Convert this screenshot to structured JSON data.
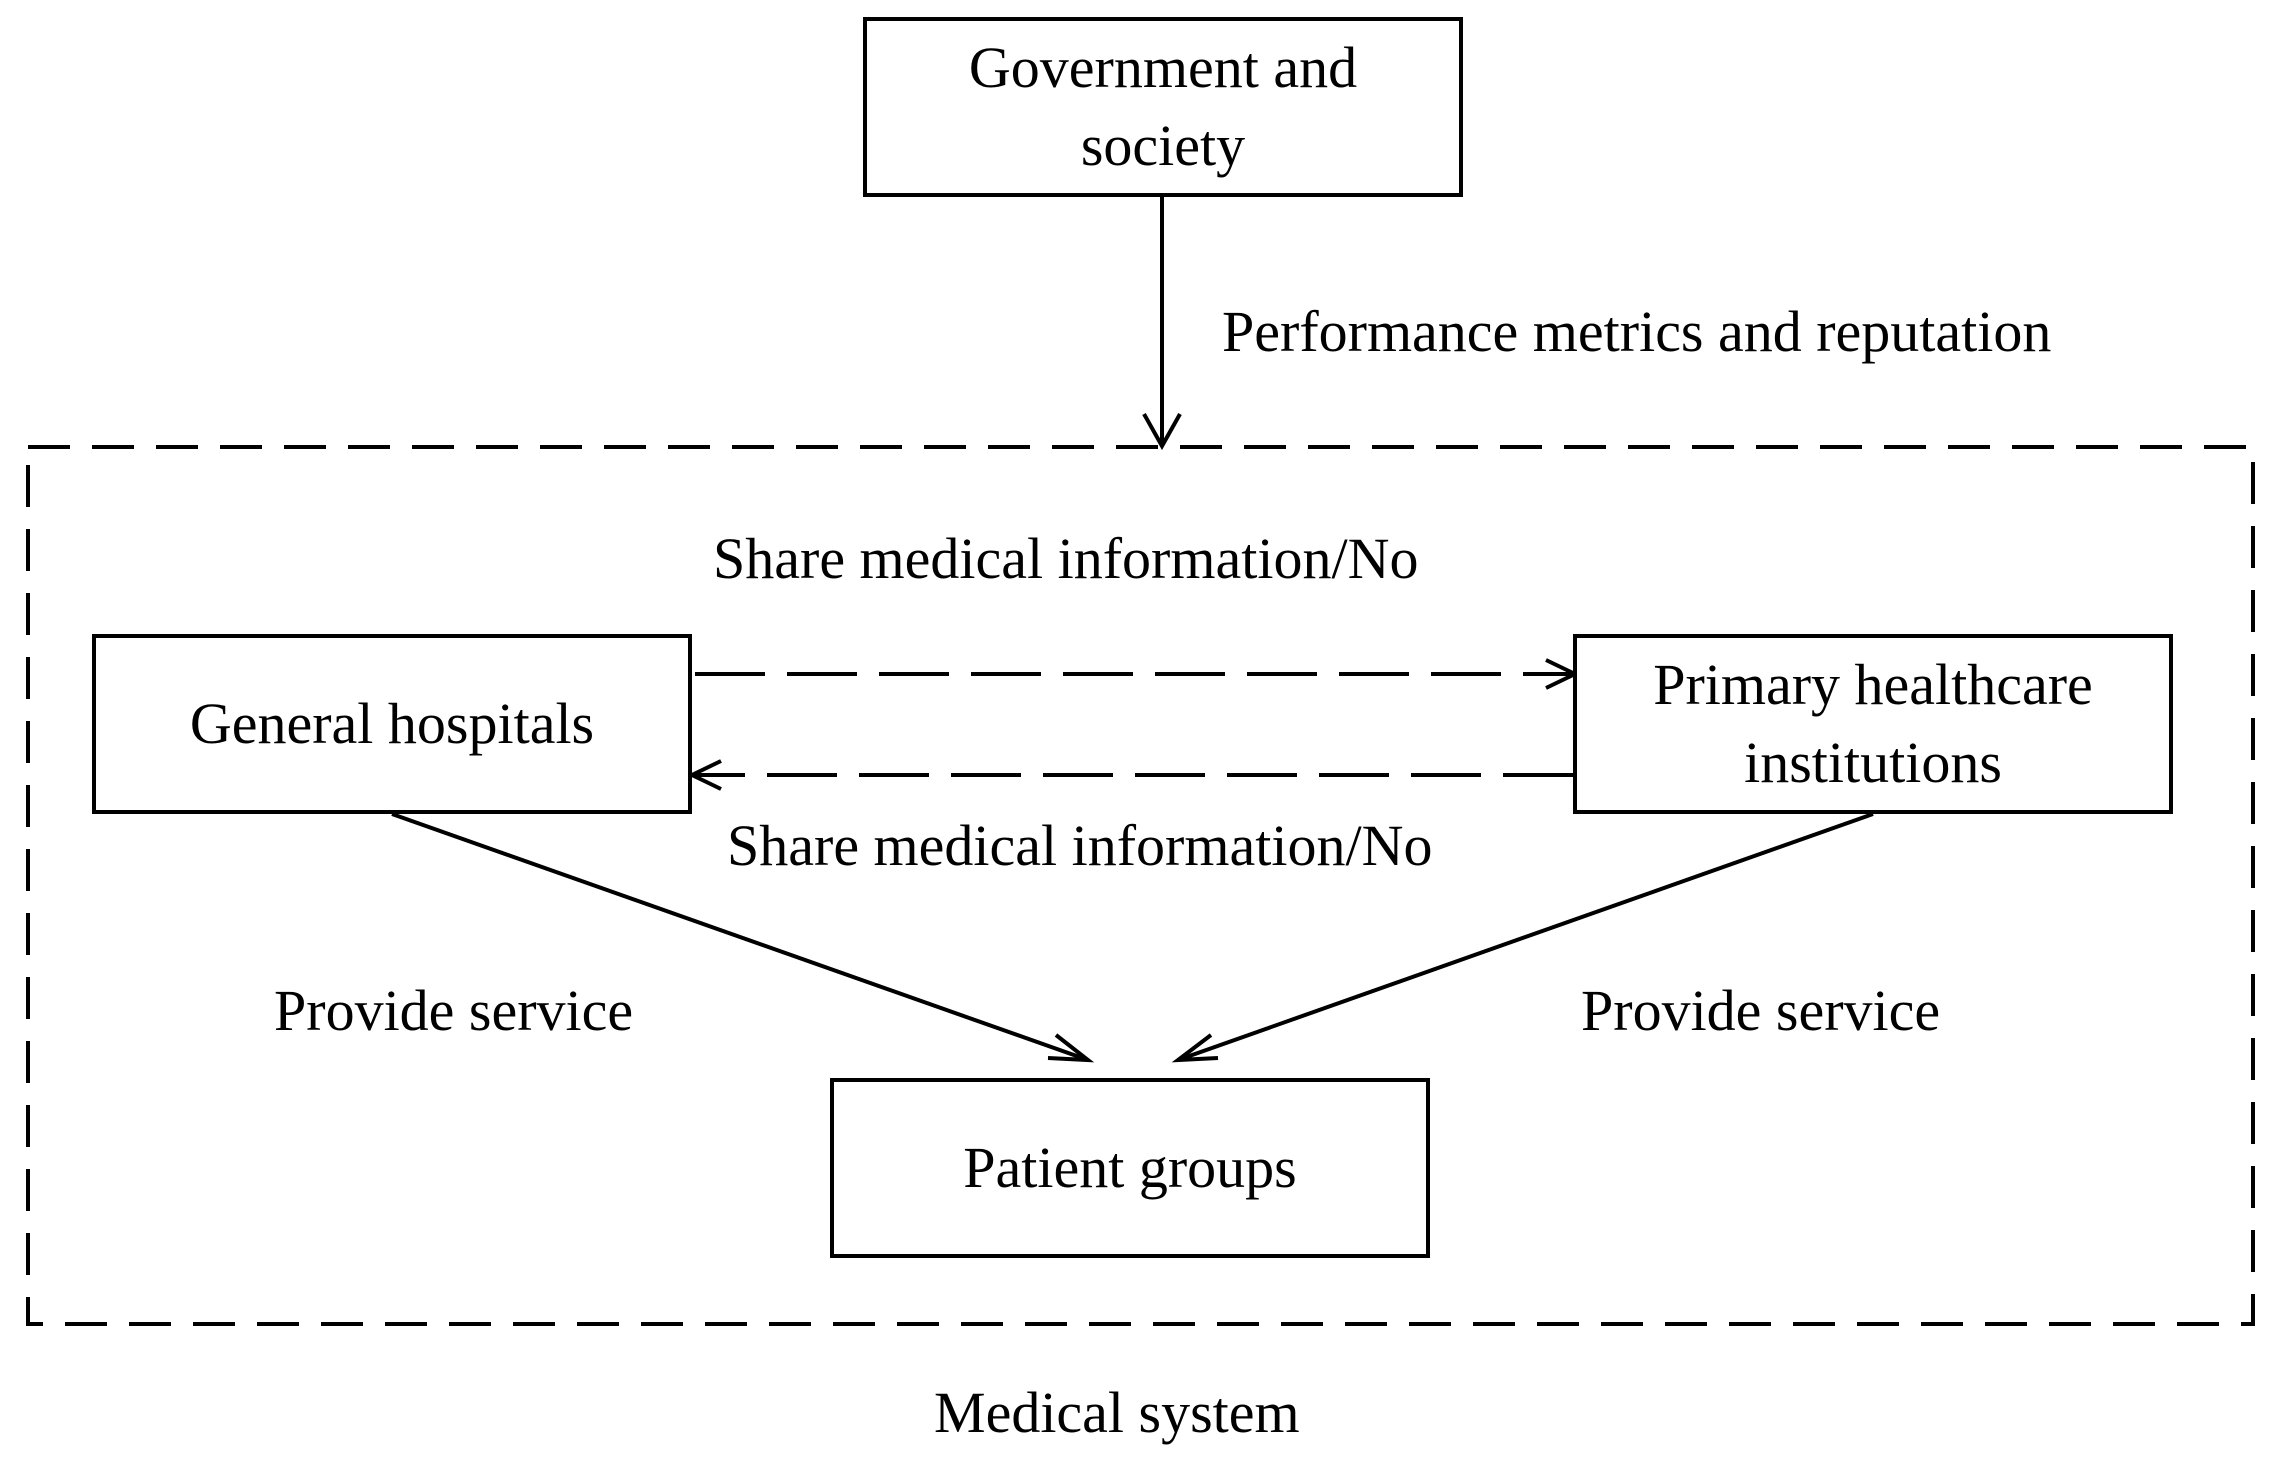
{
  "nodes": {
    "government": "Government and society",
    "general_hospitals": "General hospitals",
    "primary_healthcare": "Primary healthcare institutions",
    "patient_groups": "Patient groups"
  },
  "edges": {
    "performance": "Performance metrics and reputation",
    "share_top": "Share medical information/No",
    "share_bottom": "Share medical information/No",
    "provide_left": "Provide service",
    "provide_right": "Provide service"
  },
  "system_label": "Medical system"
}
